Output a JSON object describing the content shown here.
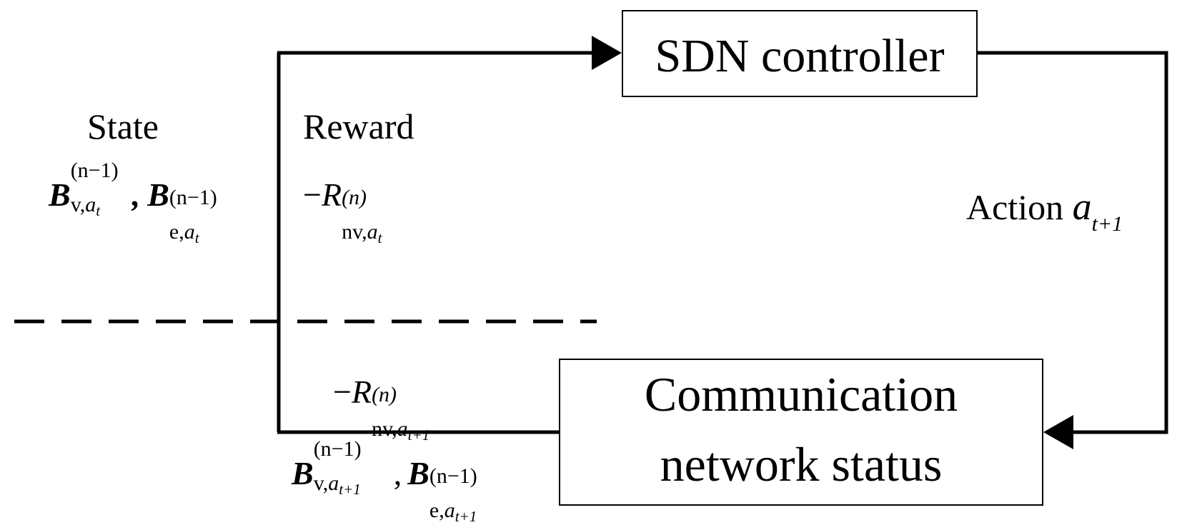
{
  "nodes": {
    "controller": "SDN controller",
    "network_line1": "Communication",
    "network_line2": "network status"
  },
  "labels": {
    "state": "State",
    "reward": "Reward",
    "action": "Action",
    "action_symbol": "a",
    "action_sub": "t+1"
  },
  "math": {
    "B": "B",
    "R": "R",
    "minus": "−",
    "comma": ",",
    "sup_n1": "(n−1)",
    "sup_n": "(n)",
    "sub_v": "v,",
    "sub_e": "e,",
    "sub_nv": "nv,",
    "sub_a": "a",
    "sub_t": "t",
    "sub_t1": "t+1"
  }
}
